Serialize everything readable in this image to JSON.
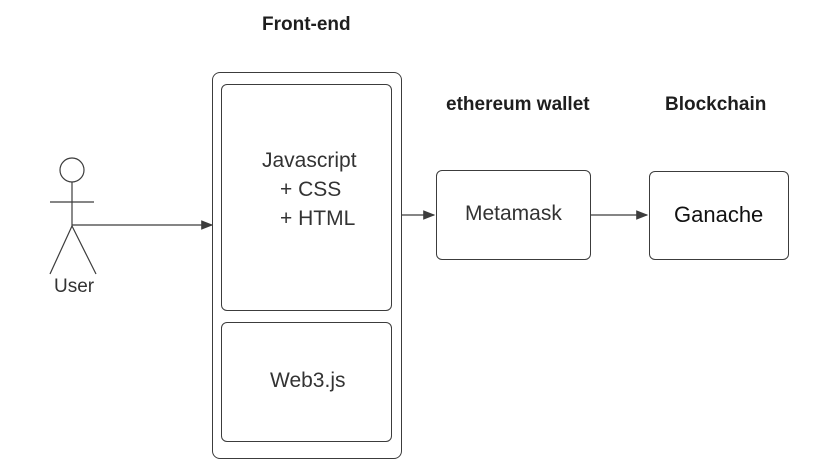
{
  "headings": {
    "frontend": "Front-end",
    "wallet": "ethereum wallet",
    "blockchain": "Blockchain"
  },
  "actor": {
    "label": "User"
  },
  "frontend": {
    "tech_lines": [
      "Javascript",
      "+ CSS",
      "+ HTML"
    ],
    "library": "Web3.js"
  },
  "wallet": {
    "label": "Metamask"
  },
  "blockchain": {
    "label": "Ganache"
  },
  "colors": {
    "stroke": "#3c3c3c",
    "text": "#333333",
    "background": "#ffffff"
  }
}
